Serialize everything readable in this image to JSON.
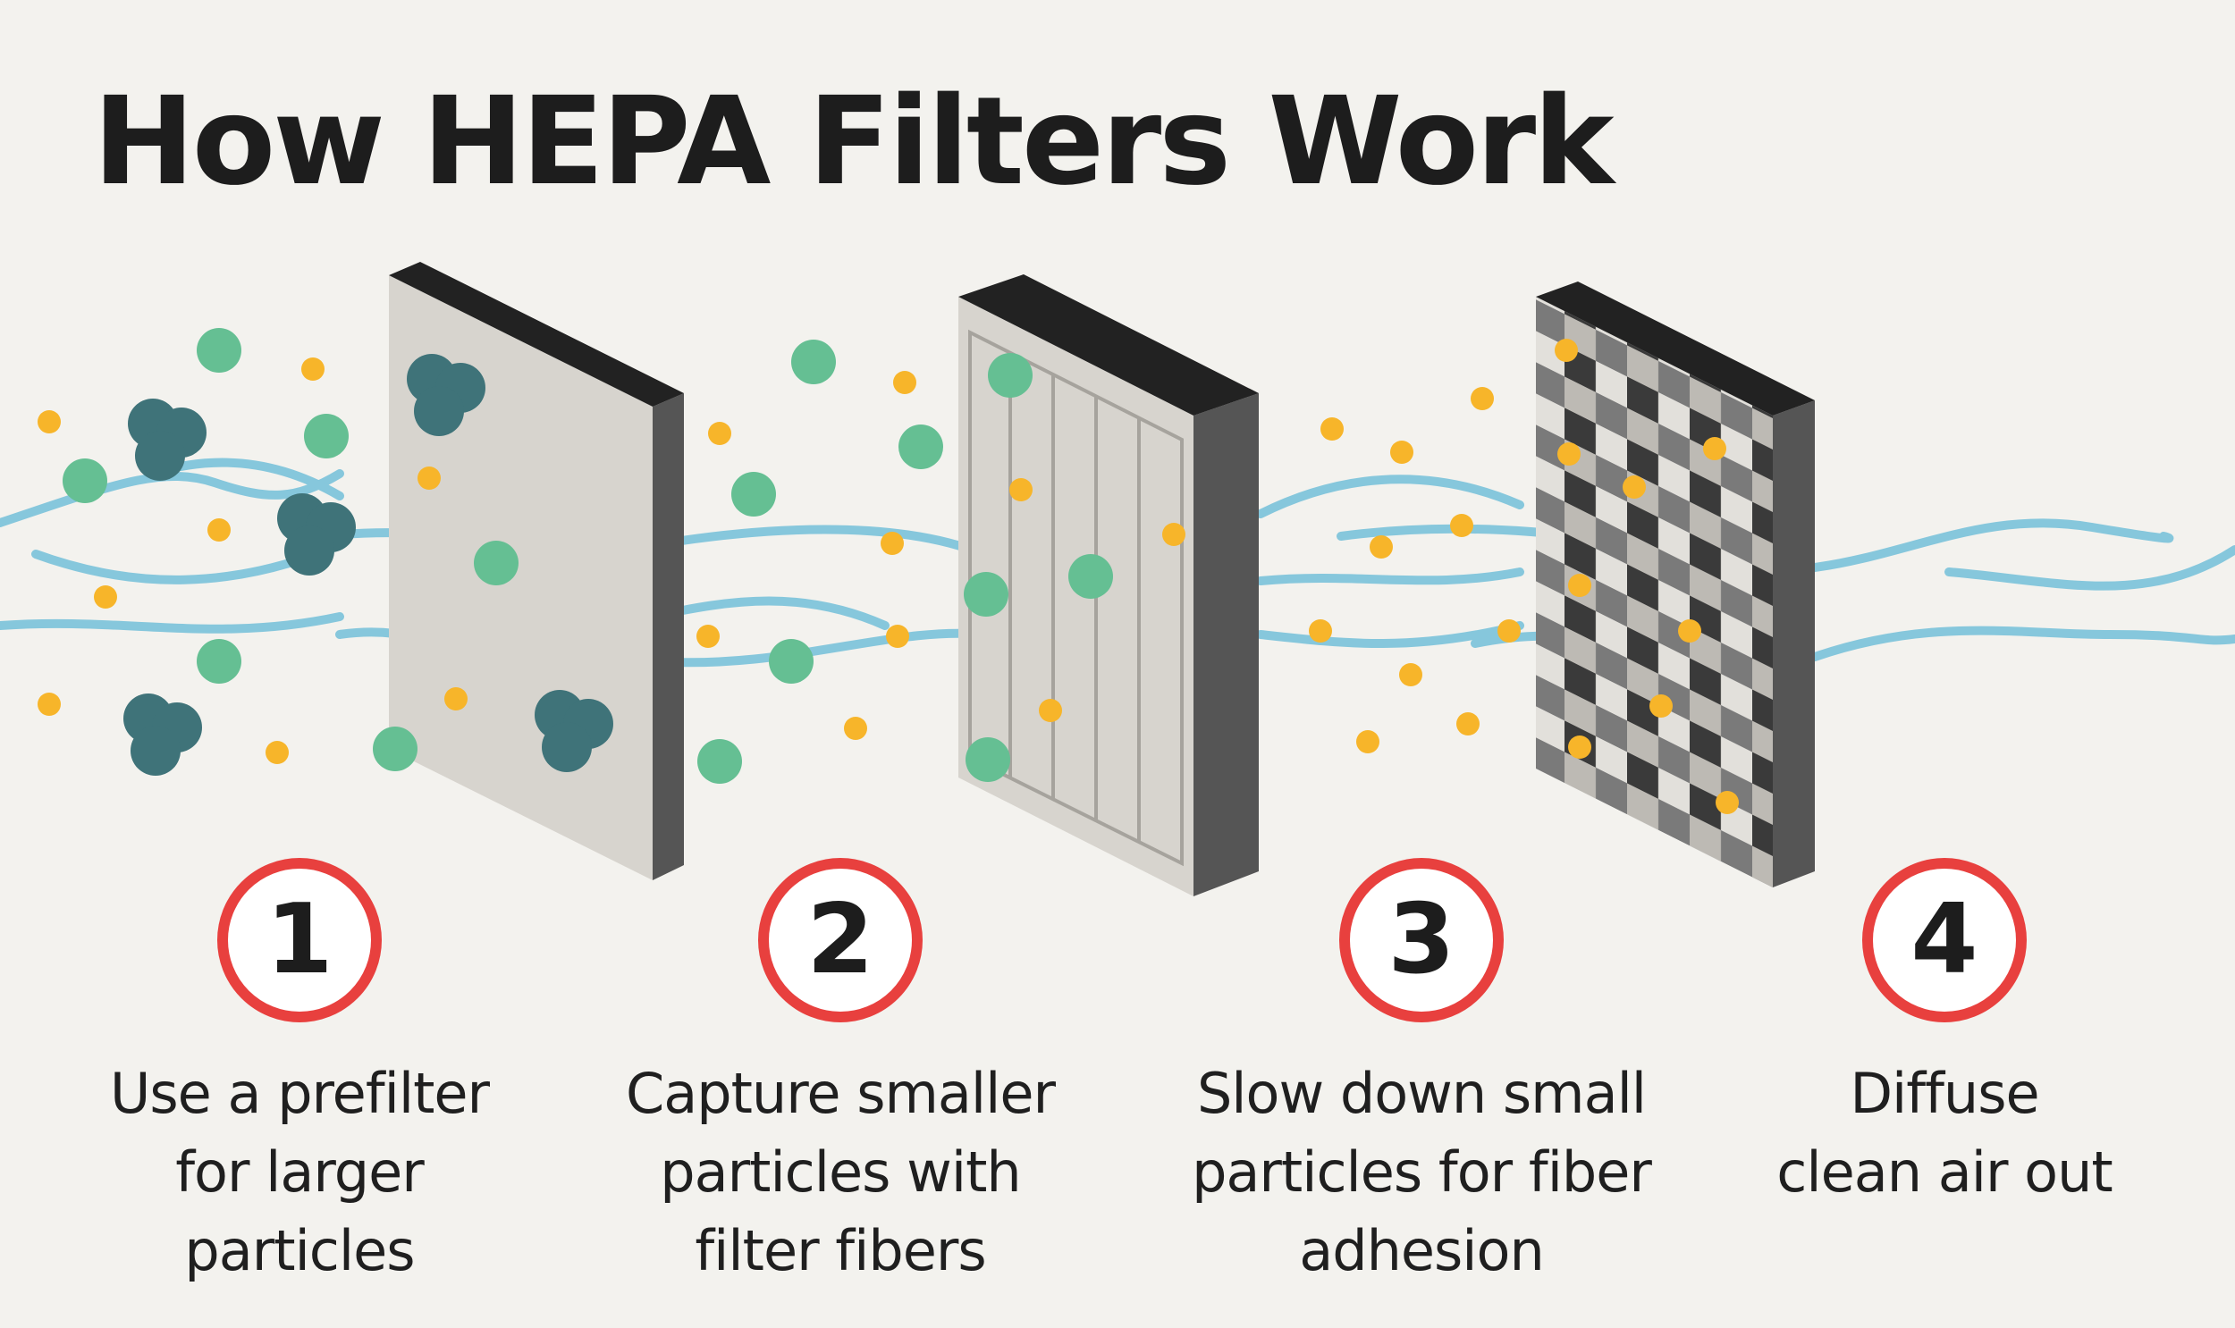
{
  "title": "How HEPA Filters Work",
  "colors": {
    "background": "#f3f2ee",
    "airflow": "#86c7dc",
    "large_particle": "#3f7379",
    "medium_particle": "#65bf93",
    "small_particle": "#f7b52a",
    "badge_ring": "#e8403e",
    "filter_face": "#d7d4ce",
    "filter_side": "#555555",
    "filter_top": "#222222"
  },
  "steps": [
    {
      "number": "1",
      "lines": [
        "Use a prefilter",
        "for larger",
        "particles"
      ]
    },
    {
      "number": "2",
      "lines": [
        "Capture smaller",
        "particles with",
        "filter fibers"
      ]
    },
    {
      "number": "3",
      "lines": [
        "Slow down small",
        "particles for fiber",
        "adhesion"
      ]
    },
    {
      "number": "4",
      "lines": [
        "Diffuse",
        "clean air out"
      ]
    }
  ],
  "icons": [
    "airflow-icon",
    "prefilter-icon",
    "fiber-filter-icon",
    "hepa-mesh-icon",
    "particle-icon"
  ]
}
